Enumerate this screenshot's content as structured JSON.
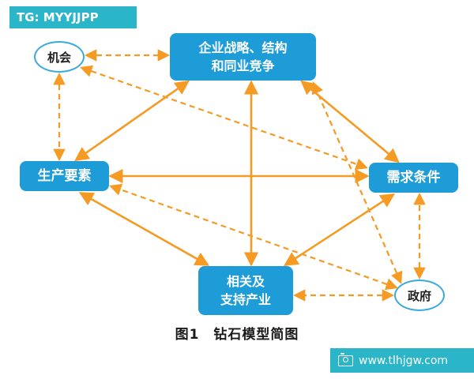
{
  "watermarks": {
    "top": "TG: MYYJJPP",
    "bottom": "www.tlhjgw.com"
  },
  "diagram": {
    "caption": "图1　钻石模型简图",
    "nodes": {
      "strategy": {
        "line1": "企业战略、结构",
        "line2": "和同业竞争"
      },
      "factors": {
        "label": "生产要素"
      },
      "demand": {
        "label": "需求条件"
      },
      "related": {
        "line1": "相关及",
        "line2": "支持产业"
      },
      "chance": {
        "label": "机会"
      },
      "government": {
        "label": "政府"
      }
    },
    "connections": {
      "solid_double_arrows": [
        "strategy-factors",
        "strategy-demand",
        "factors-demand",
        "factors-related",
        "demand-related",
        "strategy-related"
      ],
      "dashed_arrows": [
        "chance-strategy",
        "chance-factors",
        "chance-demand",
        "government-demand",
        "government-related",
        "government-strategy",
        "government-factors"
      ]
    }
  },
  "colors": {
    "arrow_orange": "#F59A23",
    "node_blue": "#1E9CD8",
    "banner_teal": "#2BB5C8",
    "ellipse_border_blue": "#3AA9DC"
  }
}
